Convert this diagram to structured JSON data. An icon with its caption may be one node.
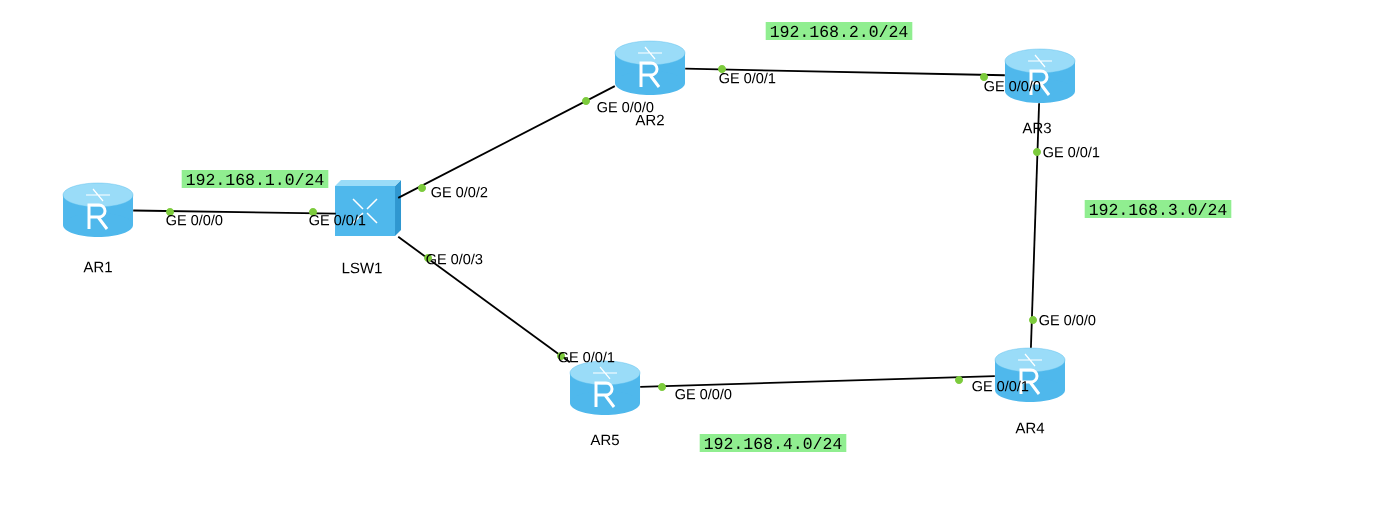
{
  "diagram": {
    "nodes": [
      {
        "text": [
          "AR1"
        ]
      },
      {
        "text": [
          "LSW1"
        ]
      },
      {
        "text": [
          "AR2"
        ]
      },
      {
        "text": [
          "AR3"
        ]
      },
      {
        "text": [
          "AR4"
        ]
      },
      {
        "text": [
          "AR5"
        ]
      }
    ],
    "edges": [
      {
        "from": 0,
        "to": 1,
        "arrow": "none"
      },
      {
        "from": 1,
        "to": 2,
        "arrow": "none"
      },
      {
        "from": 2,
        "to": 3,
        "arrow": "none"
      },
      {
        "from": 3,
        "to": 4,
        "arrow": "none"
      },
      {
        "from": 1,
        "to": 5,
        "arrow": "none"
      },
      {
        "from": 5,
        "to": 4,
        "arrow": "none"
      }
    ],
    "labels": [
      "192.168.2.0/24",
      "GE 0/0/1",
      "GE 0/0/0",
      "GE 0/0/0",
      "GE 0/0/1",
      "192.168.1.0/24",
      "GE 0/0/2",
      "192.168.3.0/24",
      "GE 0/0/0",
      "GE 0/0/1",
      "GE 0/0/3",
      "GE 0/0/0",
      "GE 0/0/1",
      "GE 0/0/1",
      "GE 0/0/0",
      "192.168.4.0/24"
    ]
  }
}
